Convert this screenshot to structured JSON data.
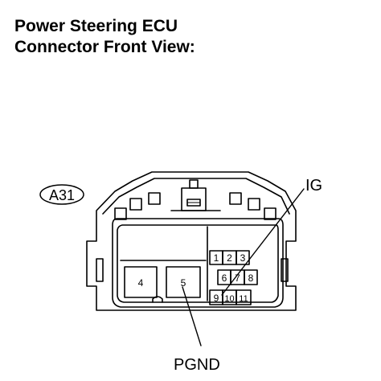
{
  "title": {
    "line1": "Power Steering ECU",
    "line2": "Connector Front View:"
  },
  "connector": {
    "code": "A31",
    "pins": [
      "1",
      "2",
      "3",
      "4",
      "5",
      "6",
      "7",
      "8",
      "9",
      "10",
      "11"
    ],
    "callouts": {
      "ig": "IG",
      "pgnd": "PGND"
    }
  },
  "colors": {
    "line": "#000000",
    "background": "#ffffff"
  }
}
